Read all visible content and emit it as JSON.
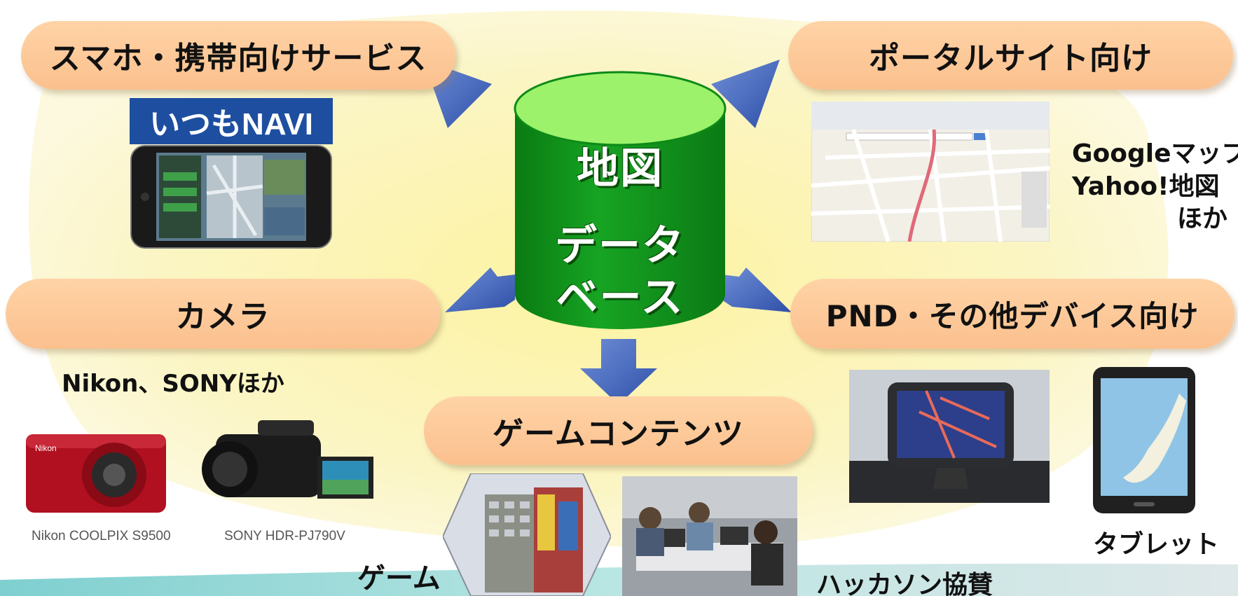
{
  "center": {
    "line1": "地図",
    "line2": "データ",
    "line3": "ベース"
  },
  "categories": {
    "smartphone": "スマホ・携帯向けサービス",
    "portal": "ポータルサイト向け",
    "camera": "カメラ",
    "pnd": "PND・その他デバイス向け",
    "game": "ゲームコンテンツ"
  },
  "smartphone_section": {
    "logo_text": "いつもNAVI"
  },
  "portal_section": {
    "line1": "Googleマップ",
    "line2": "Yahoo!地図",
    "line3": "ほか"
  },
  "camera_section": {
    "makers": "Nikon、SONYほか",
    "caption_nikon": "Nikon COOLPIX S9500",
    "caption_sony": "SONY HDR-PJ790V"
  },
  "pnd_section": {
    "tablet_label": "タブレット"
  },
  "game_section": {
    "game_label": "ゲーム",
    "hackathon_label": "ハッカソン協賛"
  },
  "colors": {
    "pill": "#fbc08e",
    "cylinder": "#0f8f1a",
    "cylinder_top": "#a6f56a",
    "arrow": "#3c5db5",
    "background_blob": "#fbf6c2"
  }
}
